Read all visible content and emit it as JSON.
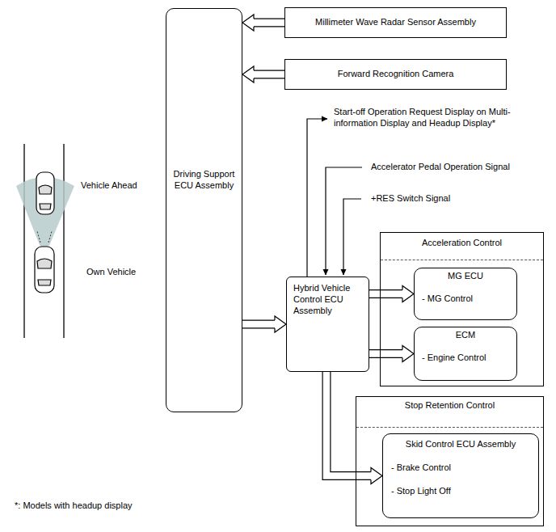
{
  "diagram": {
    "nodes": [
      {
        "text": [
          "Driving Support ECU Assembly"
        ]
      },
      {
        "text": [
          "Millimeter Wave Radar Sensor Assembly"
        ]
      },
      {
        "text": [
          "Forward Recognition Camera"
        ]
      },
      {
        "text": [
          "Hybrid Vehicle Control ECU Assembly"
        ]
      },
      {
        "text": [
          "Acceleration Control"
        ]
      },
      {
        "text": [
          "MG ECU",
          "- MG Control"
        ],
        "in": 4
      },
      {
        "text": [
          "ECM",
          "- Engine Control"
        ],
        "in": 4
      },
      {
        "text": [
          "Stop Retention Control"
        ]
      },
      {
        "text": [
          "Skid Control ECU Assembly",
          "- Brake Control",
          "- Stop Light Off"
        ],
        "in": 7
      }
    ],
    "edges": [
      {
        "from": 1,
        "to": 0,
        "arrow": "to"
      },
      {
        "from": 2,
        "to": 0,
        "arrow": "to"
      },
      {
        "from": 0,
        "to": 3,
        "arrow": "to"
      },
      {
        "from": 3,
        "to": 5,
        "arrow": "to"
      },
      {
        "from": 3,
        "to": 6,
        "arrow": "to"
      },
      {
        "from": 3,
        "to": 8,
        "arrow": "to"
      }
    ],
    "labels": [
      "Start-off Operation Request Display on Multi-information Display and Headup Display*",
      "Accelerator Pedal Operation Signal",
      "+RES Switch Signal",
      "Vehicle Ahead",
      "Own Vehicle",
      "*: Models with headup display"
    ]
  }
}
